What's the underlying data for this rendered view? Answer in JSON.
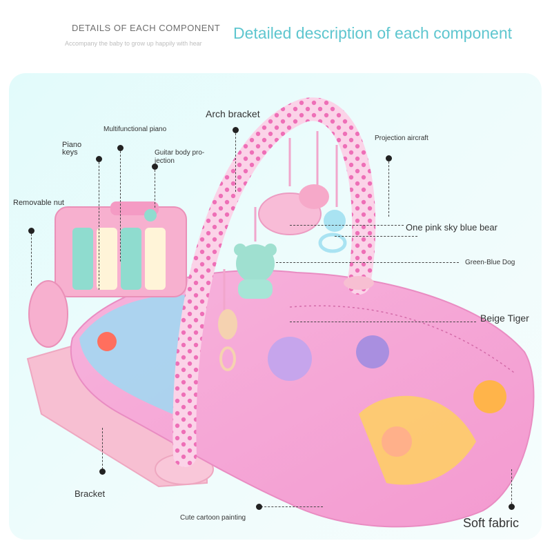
{
  "header": {
    "title_small": "DETAILS OF EACH COMPONENT",
    "subtitle": "Accompany the baby to grow up happily with hear",
    "title_large": "Detailed description of each component"
  },
  "labels": {
    "arch_bracket": "Arch bracket",
    "multifunctional_piano": "Multifunctional piano",
    "piano_keys": "Piano keys",
    "guitar_body_projection": "Guitar body pro-jection",
    "projection_aircraft": "Projection aircraft",
    "removable_nut": "Removable nut",
    "pink_sky_blue_bear": "One pink sky blue bear",
    "green_blue_dog": "Green-Blue Dog",
    "beige_tiger": "Beige Tiger",
    "bracket": "Bracket",
    "cute_cartoon_painting": "Cute cartoon painting",
    "soft_fabric": "Soft fabric"
  },
  "colors": {
    "accent_title": "#5ec6cf",
    "panel_bg": "#e6fbfb",
    "mat_pink": "#f5a9d6",
    "arch_pink": "#f7b6d8",
    "toy_mint": "#8fdcd2"
  }
}
